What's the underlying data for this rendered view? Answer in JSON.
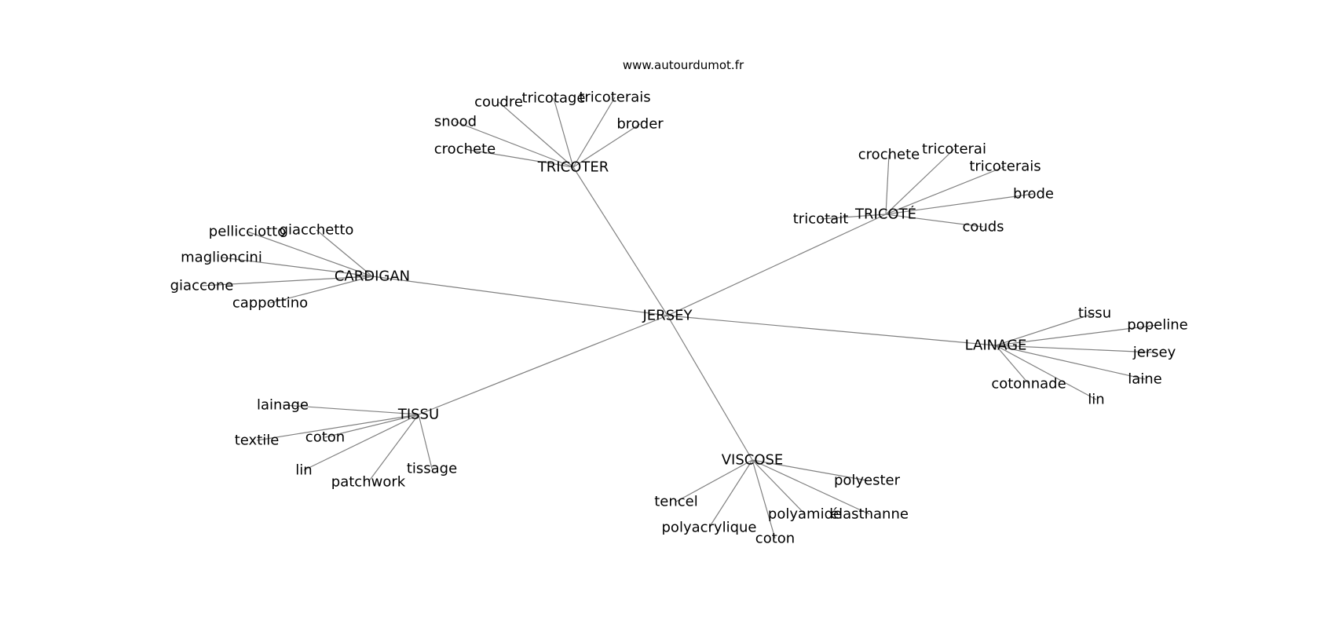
{
  "site": "www.autourdumot.fr",
  "center": "JERSEY",
  "hubs": [
    {
      "label": "TRICOTER",
      "leaves": [
        "coudre",
        "tricotage",
        "tricoterais",
        "snood",
        "broder",
        "crochete"
      ]
    },
    {
      "label": "TRICOTÉ",
      "leaves": [
        "crochete",
        "tricoterai",
        "tricoterais",
        "brode",
        "tricotait",
        "couds"
      ]
    },
    {
      "label": "CARDIGAN",
      "leaves": [
        "pellicciotto",
        "giacchetto",
        "maglioncini",
        "giaccone",
        "cappottino"
      ]
    },
    {
      "label": "LAINAGE",
      "leaves": [
        "tissu",
        "popeline",
        "jersey",
        "laine",
        "cotonnade",
        "lin"
      ]
    },
    {
      "label": "TISSU",
      "leaves": [
        "lainage",
        "textile",
        "coton",
        "lin",
        "patchwork",
        "tissage"
      ]
    },
    {
      "label": "VISCOSE",
      "leaves": [
        "polyester",
        "tencel",
        "polyacrylique",
        "coton",
        "polyamide",
        "élasthanne"
      ]
    }
  ]
}
